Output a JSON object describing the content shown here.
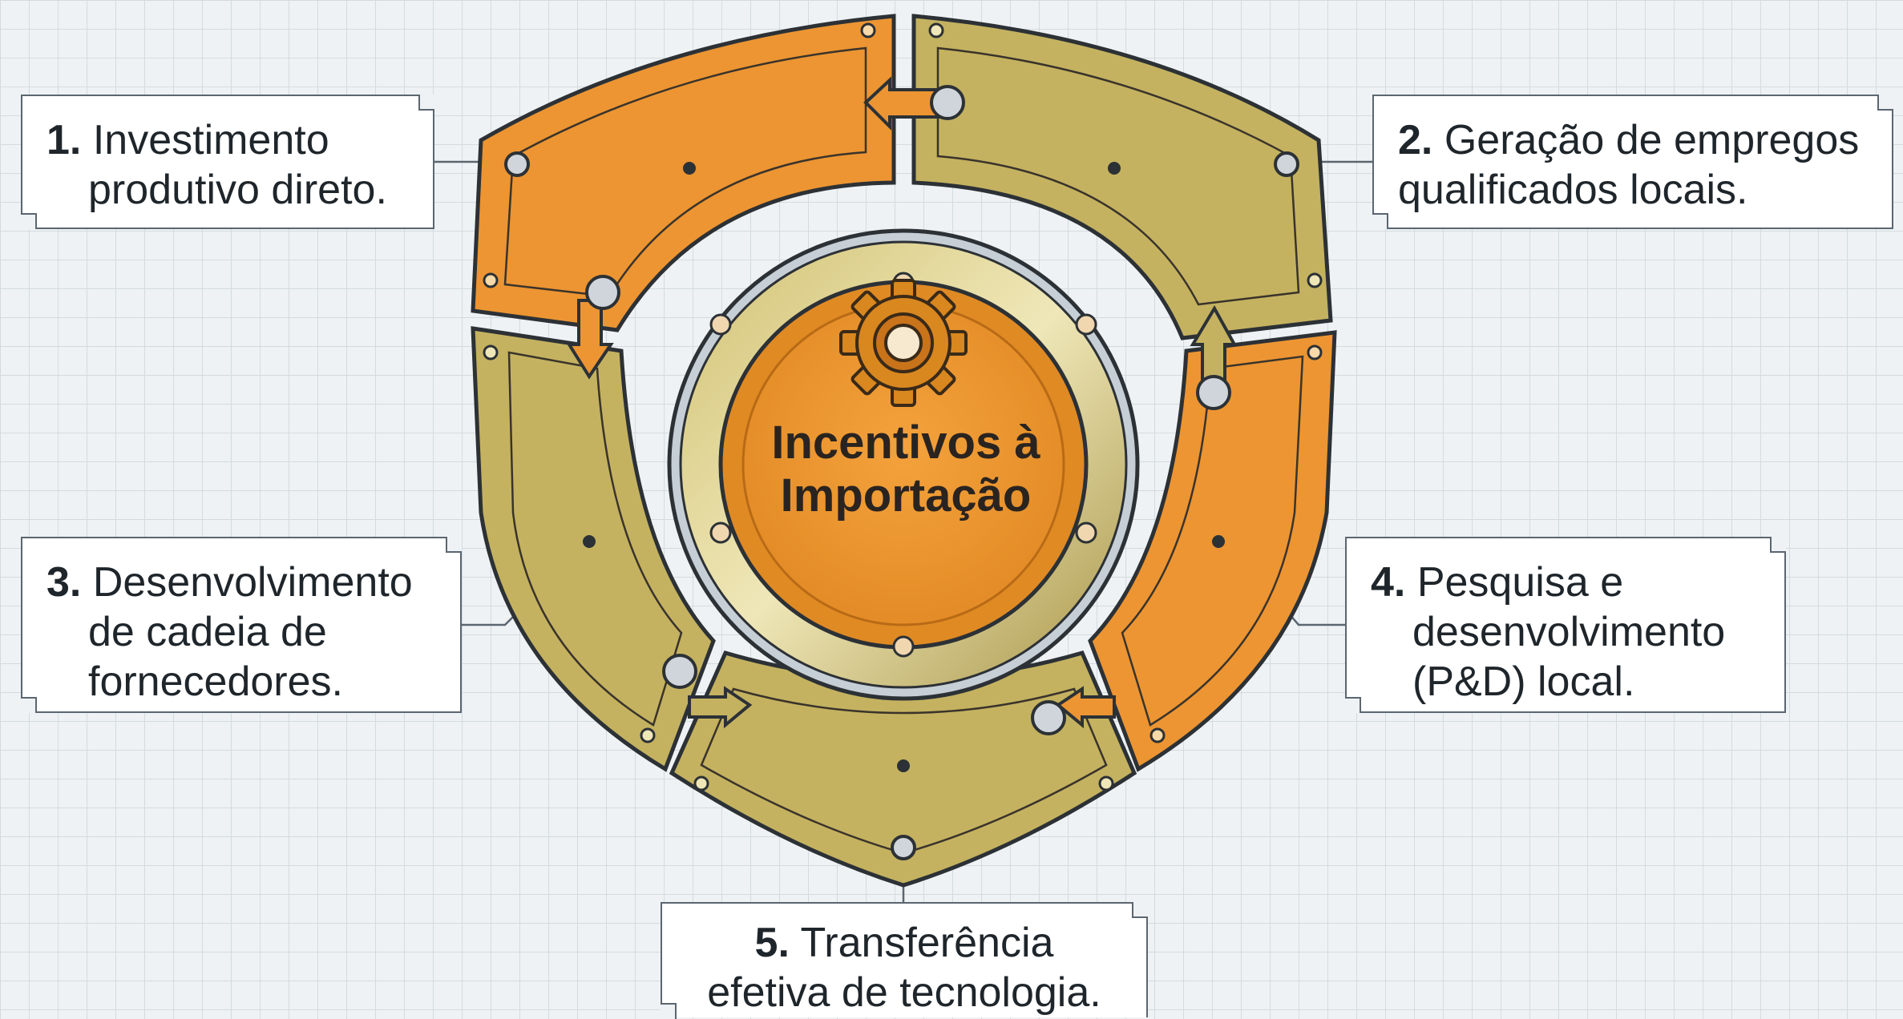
{
  "center": {
    "title_line1": "Incentivos à",
    "title_line2": "Importação",
    "icon": "gear-icon"
  },
  "items": [
    {
      "number": "1.",
      "line1": "Investimento",
      "line2": "produtivo direto."
    },
    {
      "number": "2.",
      "line1": "Geração de empregos",
      "line2": "qualificados locais."
    },
    {
      "number": "3.",
      "line1": "Desenvolvimento",
      "line2": "de cadeia de",
      "line3": "fornecedores."
    },
    {
      "number": "4.",
      "line1": "Pesquisa e",
      "line2": "desenvolvimento",
      "line3": "(P&D) local."
    },
    {
      "number": "5.",
      "line1": "Transferência",
      "line2": "efetiva de tecnologia."
    }
  ],
  "colors": {
    "orange": "#ec9532",
    "olive": "#c4b260",
    "outline": "#2c3136",
    "background": "#eef2f4",
    "grid": "#d3dbe0"
  }
}
